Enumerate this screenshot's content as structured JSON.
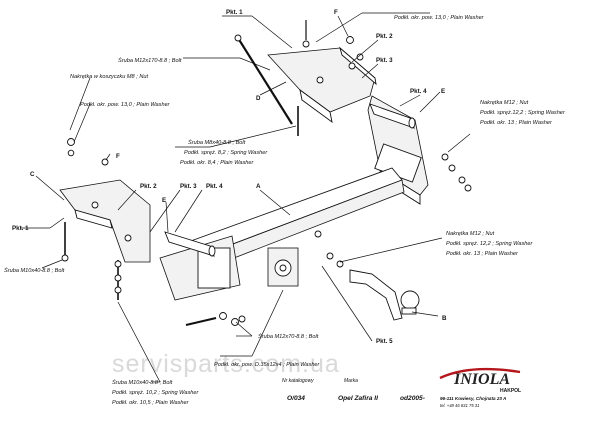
{
  "labels": {
    "pkt1_top": "Pkt. 1",
    "f_top": "F",
    "washer_top": "Podkł. okr. pow. 13,0 ; Plain Washer",
    "pkt2_top": "Pkt. 2",
    "pkt3_top": "Pkt. 3",
    "bolt_170": "Śruba M12x170-8.8 ; Bolt",
    "d_label": "D",
    "pkt4_top": "Pkt. 4",
    "e_right": "E",
    "nut_m8": "Nakrętka w koszyczku M8 ; Nut",
    "washer_left": "Podkł. okr. pow. 13,0 ; Plain Washer",
    "nut_m12": "Nakrętka M12 ; Nut",
    "spring_122": "Podkł. spręż.12,2 ; Spring Washer",
    "plain_13": "Podkł. okr. 13 ; Plain Washer",
    "bolt_m8": "Śruba M8x40-8.8 ; Bolt",
    "spring_82": "Podkł. spręż. 8,2 ; Spring Washer",
    "plain_84": "Podkł. okr. 8,4 ; Plain Washer",
    "f_left": "F",
    "c_label": "C",
    "pkt2_mid": "Pkt. 2",
    "pkt3_mid": "Pkt. 3",
    "pkt4_mid": "Pkt. 4",
    "a_label": "A",
    "pkt1_left": "Pkt. 1",
    "e_left": "E",
    "bolt_m10_top": "Śruba M10x40-8.8 ; Bolt",
    "nut_m12_b": "Nakrętka M12 ; Nut",
    "spring_122_b": "Podkł. spręż. 12,2 ; Spring Washer",
    "plain_13_b": "Podkł. okr. 13 ; Plain Washer",
    "b_label": "B",
    "bolt_m12x70": "Śruba M12x70-8.8 ; Bolt",
    "washer_35": "Podkł. okr. pow. D.35x12x4 ; Plain Washer",
    "pkt5": "Pkt. 5",
    "bolt_m10_bottom": "Śruba M10x40-8.8 ; Bolt",
    "spring_102": "Podkł. spręż. 10,2 ; Spring Washer",
    "plain_105": "Podkł. okr. 10,5 ; Plain Washer"
  },
  "watermark": "servisparts.com.ua",
  "title_block": {
    "nr_label": "Nr katalogowy",
    "nr_value": "O/034",
    "marka_label": "Marka",
    "model_value": "Opel Zafira II",
    "year_value": "od2005-",
    "brand": "INIOLA",
    "brand_sub": "HAKPOL",
    "address": "96-111 Kowiesy, Chojnata 23 A",
    "phone": "tel. +48 46 831 75 31"
  }
}
